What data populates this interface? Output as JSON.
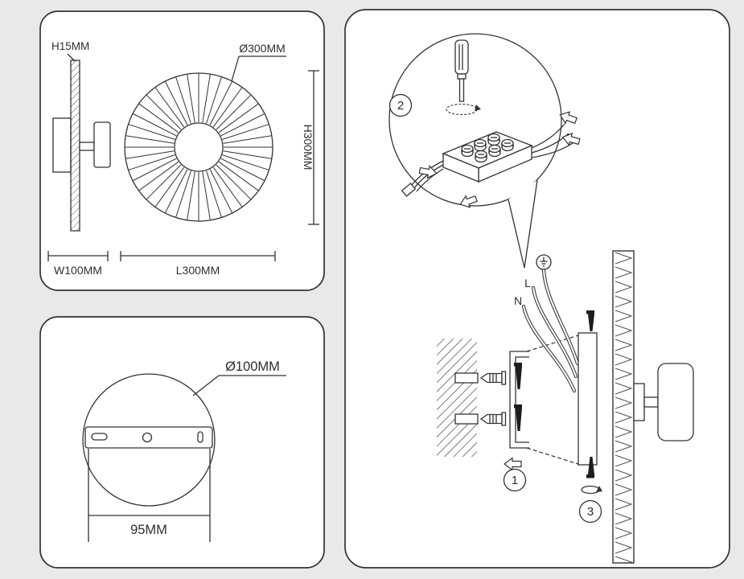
{
  "colors": {
    "background": "#e9e9e9",
    "panel_fill": "#ffffff",
    "line": "#333333"
  },
  "panel_dimensions_main": {
    "height_label": "H15MM",
    "diameter_label": "Ø300MM",
    "vertical_label": "H300MM",
    "width_label": "W100MM",
    "length_label": "L300MM"
  },
  "panel_dimensions_base": {
    "diameter_label": "Ø100MM",
    "hole_spacing_label": "95MM"
  },
  "panel_installation": {
    "step_badges": [
      "1",
      "2",
      "3"
    ],
    "wire_labels": {
      "live": "L",
      "neutral": "N"
    }
  }
}
